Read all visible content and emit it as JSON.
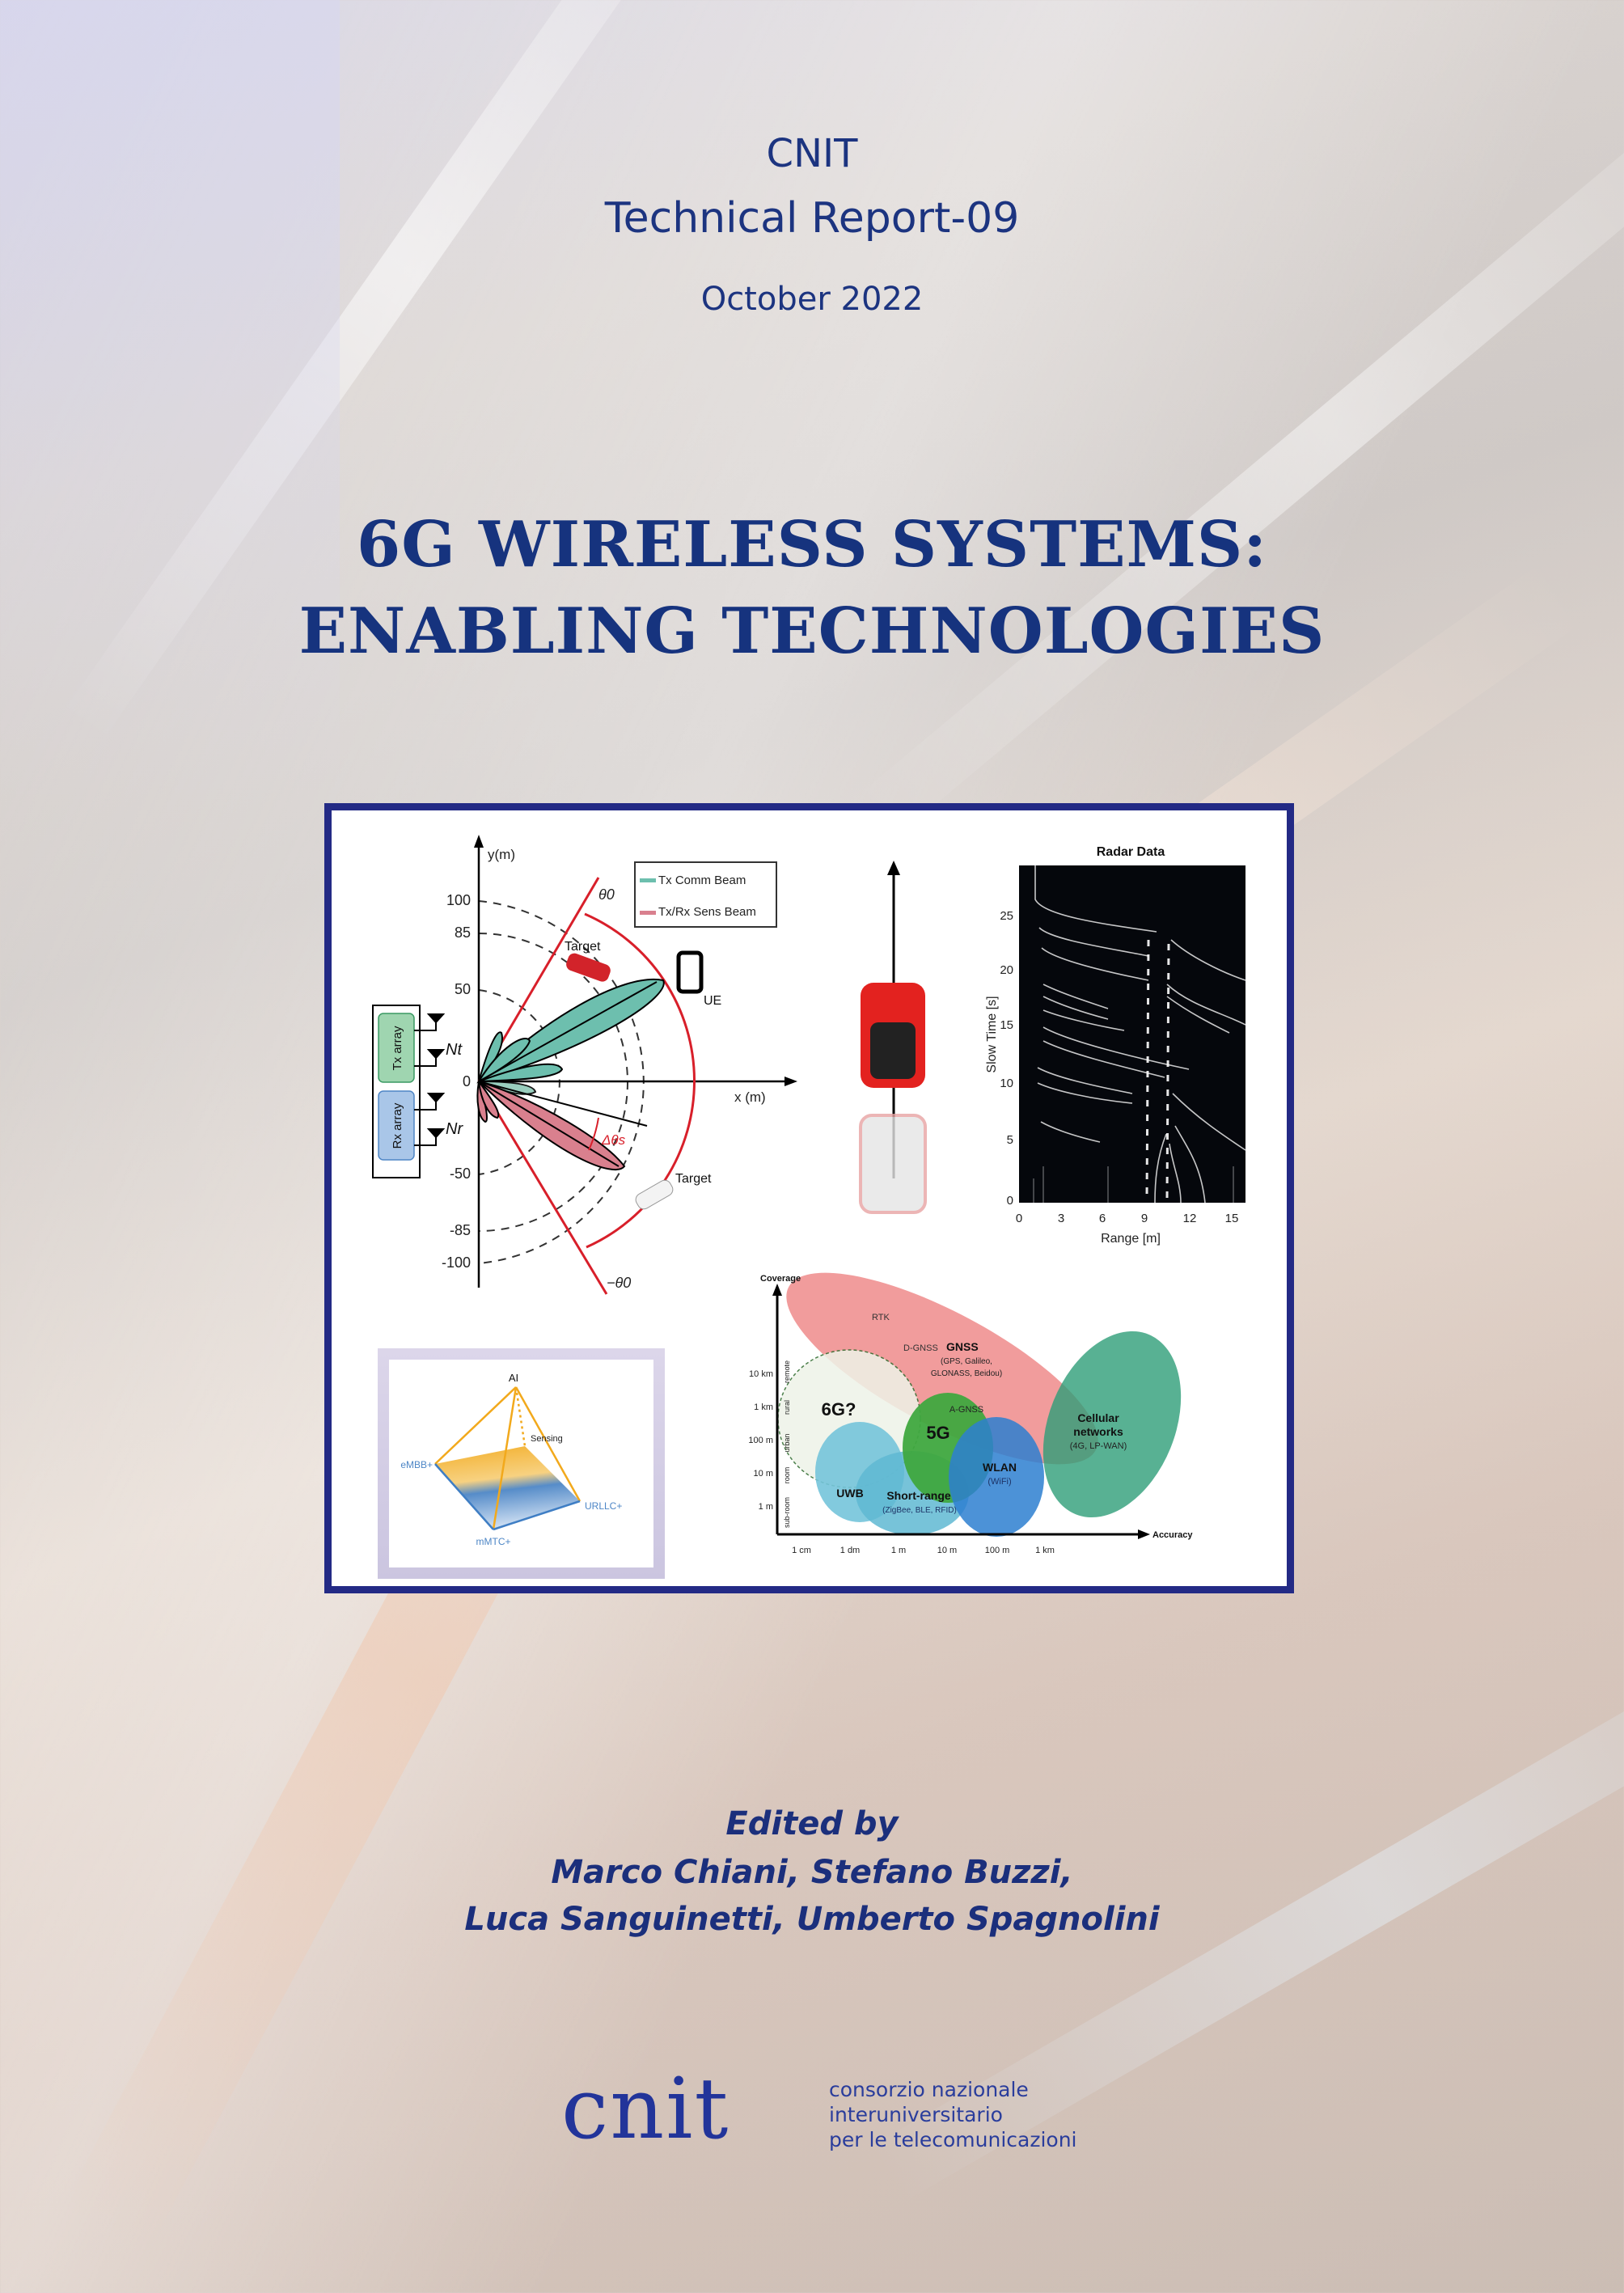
{
  "header": {
    "org": "CNIT",
    "report": "Technical Report-09",
    "date": "October 2022"
  },
  "title": {
    "line1": "6G WIRELESS SYSTEMS:",
    "line2": "ENABLING TECHNOLOGIES"
  },
  "figure": {
    "beam_diagram": {
      "y_axis_label": "y(m)",
      "x_axis_label": "x (m)",
      "y_ticks": [
        "100",
        "85",
        "50",
        "0",
        "-50",
        "-85",
        "-100"
      ],
      "legend": [
        "Tx Comm Beam",
        "Tx/Rx Sens Beam"
      ],
      "theta_top": "θ0",
      "theta_bottom": "−θ0",
      "delta_theta": "Δθs",
      "target_top": "Target",
      "target_bottom": "Target",
      "ue_label": "UE",
      "tx_array": "Tx array",
      "rx_array": "Rx array",
      "nt": "Nt",
      "nr": "Nr",
      "colors": {
        "comm": "#6dbfae",
        "sens": "#d9808e",
        "boundary": "#d81f2a"
      }
    },
    "radar": {
      "title": "Radar Data",
      "ylabel": "Slow Time [s]",
      "xlabel": "Range [m]",
      "y_ticks": [
        "25",
        "20",
        "15",
        "10",
        "5",
        "0"
      ],
      "x_ticks": [
        "0",
        "3",
        "6",
        "9",
        "12",
        "15"
      ]
    },
    "pyramid": {
      "apex": "AI",
      "sensing": "Sensing",
      "embb": "eMBB+",
      "urllc": "URLLC+",
      "mmtc": "mMTC+"
    },
    "positioning": {
      "y_axis": "Coverage",
      "x_axis": "Accuracy",
      "y_ticks": [
        "10 km",
        "1 km",
        "100 m",
        "10 m",
        "1 m"
      ],
      "y_zones": [
        "remote",
        "rural",
        "urban",
        "room",
        "sub-room"
      ],
      "x_ticks": [
        "1 cm",
        "1 dm",
        "1 m",
        "10 m",
        "100 m",
        "1 km"
      ],
      "regions": {
        "rtk": "RTK",
        "dgnss": "D-GNSS",
        "gnss": "GNSS",
        "gnss_sub1": "(GPS, Galileo,",
        "gnss_sub2": "GLONASS, Beidou)",
        "agnss": "A-GNSS",
        "sixg": "6G?",
        "fiveg": "5G",
        "cellular1": "Cellular",
        "cellular2": "networks",
        "cellular_sub": "(4G, LP-WAN)",
        "wlan": "WLAN",
        "wlan_sub": "(WiFi)",
        "uwb": "UWB",
        "short": "Short-range",
        "short_sub": "(ZigBee, BLE, RFID)"
      }
    }
  },
  "editors": {
    "label": "Edited by",
    "line1": "Marco Chiani, Stefano Buzzi,",
    "line2": "Luca Sanguinetti, Umberto Spagnolini"
  },
  "logo": {
    "word": "cnit",
    "line1": "consorzio nazionale",
    "line2": "interuniversitario",
    "line3": "per le telecomunicazioni"
  }
}
